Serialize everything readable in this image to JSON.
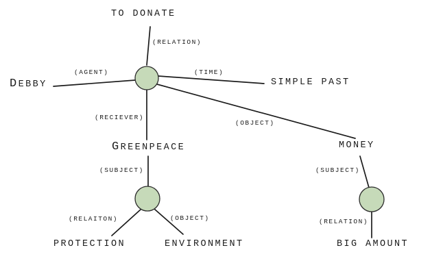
{
  "diagram": {
    "type": "semantic-network",
    "labels": {
      "to_donate": "TO DONATE",
      "relation_top": "(RELATION)",
      "agent": "(AGENT)",
      "time": "(TIME)",
      "debby": "DEBBY",
      "simple_past": "SIMPLE PAST",
      "reciever": "(RECIEVER)",
      "object_upper": "(OBJECT)",
      "greenpeace": "GREENPEACE",
      "money": "MONEY",
      "subject_left": "(SUBJECT)",
      "subject_right": "(SUBJECT)",
      "relaiton": "(RELAITON)",
      "object_lower": "(OBJECT)",
      "relation_right": "(RELATION)",
      "protection": "PROTECTION",
      "environment": "ENVIRONMENT",
      "big_amount": "BIG AMOUNT"
    },
    "structure": {
      "nodes": [
        "root-junction",
        "greenpeace-junction",
        "money-junction"
      ],
      "edges": [
        {
          "from": "root-junction",
          "to": "TO DONATE",
          "label": "(RELATION)"
        },
        {
          "from": "root-junction",
          "to": "DEBBY",
          "label": "(AGENT)"
        },
        {
          "from": "root-junction",
          "to": "SIMPLE PAST",
          "label": "(TIME)"
        },
        {
          "from": "root-junction",
          "to": "GREENPEACE",
          "label": "(RECIEVER)"
        },
        {
          "from": "root-junction",
          "to": "MONEY",
          "label": "(OBJECT)"
        },
        {
          "from": "GREENPEACE",
          "to": "greenpeace-junction",
          "label": "(SUBJECT)"
        },
        {
          "from": "greenpeace-junction",
          "to": "PROTECTION",
          "label": "(RELAITON)"
        },
        {
          "from": "greenpeace-junction",
          "to": "ENVIRONMENT",
          "label": "(OBJECT)"
        },
        {
          "from": "MONEY",
          "to": "money-junction",
          "label": "(SUBJECT)"
        },
        {
          "from": "money-junction",
          "to": "BIG AMOUNT",
          "label": "(RELATION)"
        }
      ]
    },
    "colors": {
      "background": "#ffffff",
      "ink": "#1c1c1c",
      "node_fill": "#c6dab9",
      "node_stroke": "#2b2b2b"
    }
  }
}
